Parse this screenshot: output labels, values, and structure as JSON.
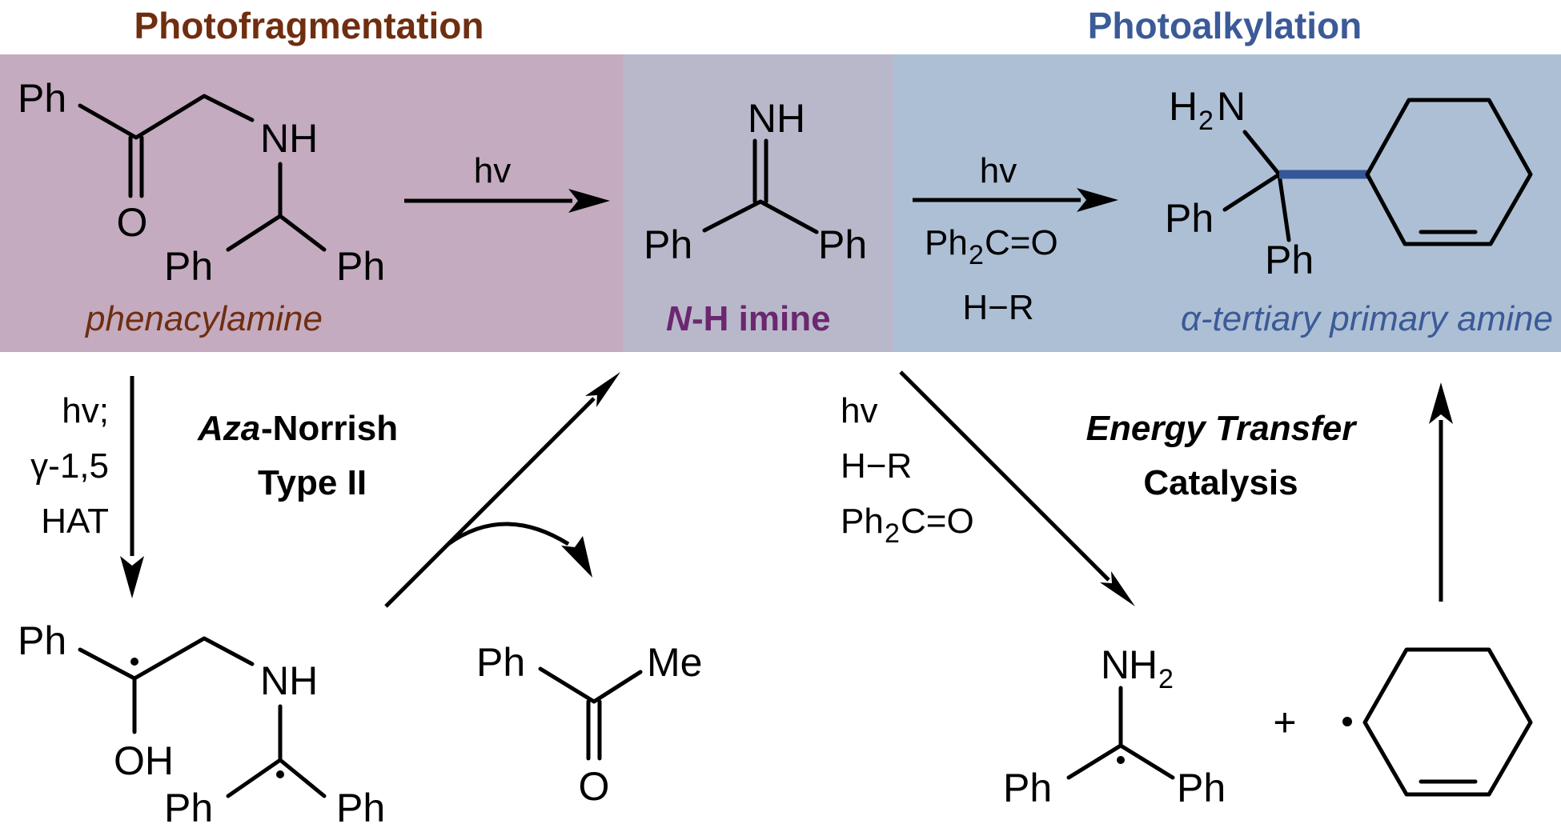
{
  "colors": {
    "photofragmentation": "#6f2e10",
    "photoalkylation": "#3b5a97",
    "panel_left": "#c4abc0",
    "panel_middle": "#b9b8ca",
    "panel_right": "#adbfd5",
    "imine_label": "#6b2770",
    "new_bond": "#355797"
  },
  "headers": {
    "photofragmentation": "Photofragmentation",
    "photoalkylation": "Photoalkylation"
  },
  "labels": {
    "phenacylamine": "phenacylamine",
    "imine_n": "N",
    "imine_rest": "-H imine",
    "amine": "α-tertiary primary amine"
  },
  "atoms": {
    "ph": "Ph",
    "nh": "NH",
    "n": "N",
    "h": "H",
    "o": "O",
    "oh": "OH",
    "me": "Me",
    "two": "2",
    "plus": "+"
  },
  "conditions": {
    "hv": "hv",
    "hv_semicolon": "hv;",
    "gamma": "γ-1,5",
    "hat": "HAT",
    "ph2": "Ph",
    "sub2": "2",
    "c_eq_o": "C=O",
    "h_r": "H−R"
  },
  "processes": {
    "aza_italic": "Aza",
    "norrish": "-Norrish",
    "type_ii": "Type II",
    "energy_transfer": "Energy Transfer",
    "catalysis": "Catalysis"
  }
}
